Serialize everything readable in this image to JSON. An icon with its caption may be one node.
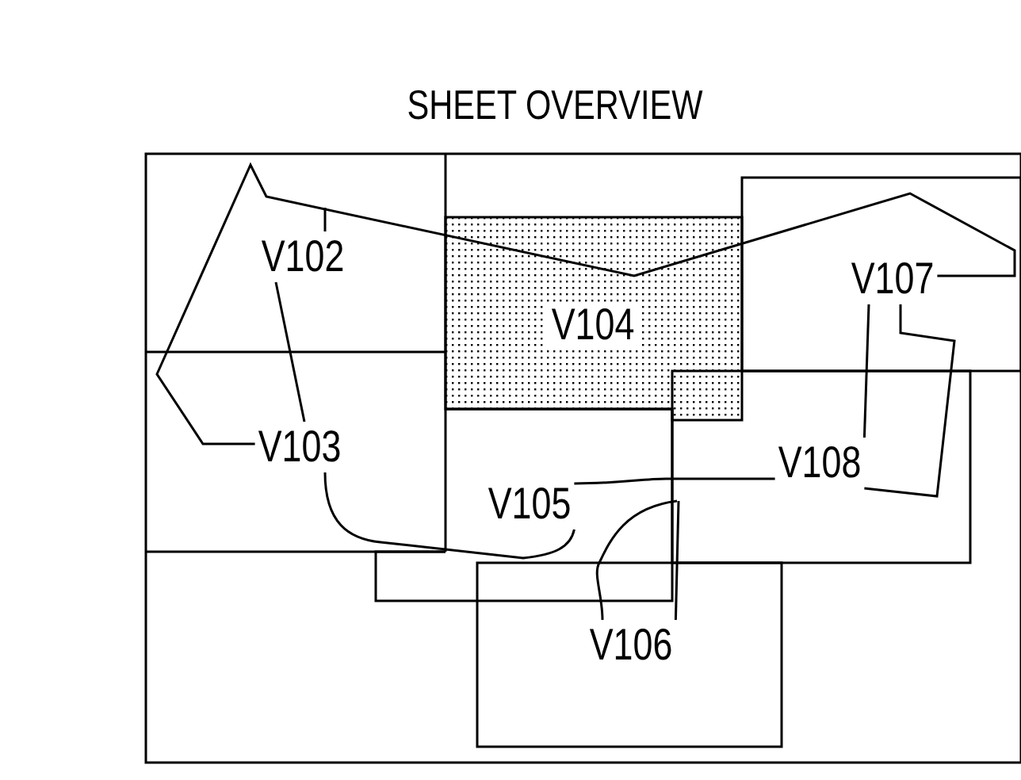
{
  "diagram": {
    "title": "SHEET OVERVIEW",
    "nodes": [
      {
        "text": [
          "V102"
        ]
      },
      {
        "text": [
          "V103"
        ]
      },
      {
        "text": [
          "V104"
        ]
      },
      {
        "text": [
          "V105"
        ]
      },
      {
        "text": [
          "V106"
        ]
      },
      {
        "text": [
          "V107"
        ]
      },
      {
        "text": [
          "V108"
        ]
      }
    ],
    "edges": [
      {
        "from": 0,
        "to": null,
        "arrow": "none"
      },
      {
        "from": 0,
        "to": 1,
        "arrow": "none"
      },
      {
        "from": 1,
        "to": 5,
        "arrow": "none"
      },
      {
        "from": 1,
        "to": 3,
        "arrow": "none"
      },
      {
        "from": 3,
        "to": 6,
        "arrow": "none"
      },
      {
        "from": 4,
        "to": null,
        "arrow": "none"
      },
      {
        "from": 4,
        "to": null,
        "arrow": "none"
      },
      {
        "from": 5,
        "to": 6,
        "arrow": "none"
      },
      {
        "from": 5,
        "to": 6,
        "arrow": "none"
      }
    ]
  }
}
